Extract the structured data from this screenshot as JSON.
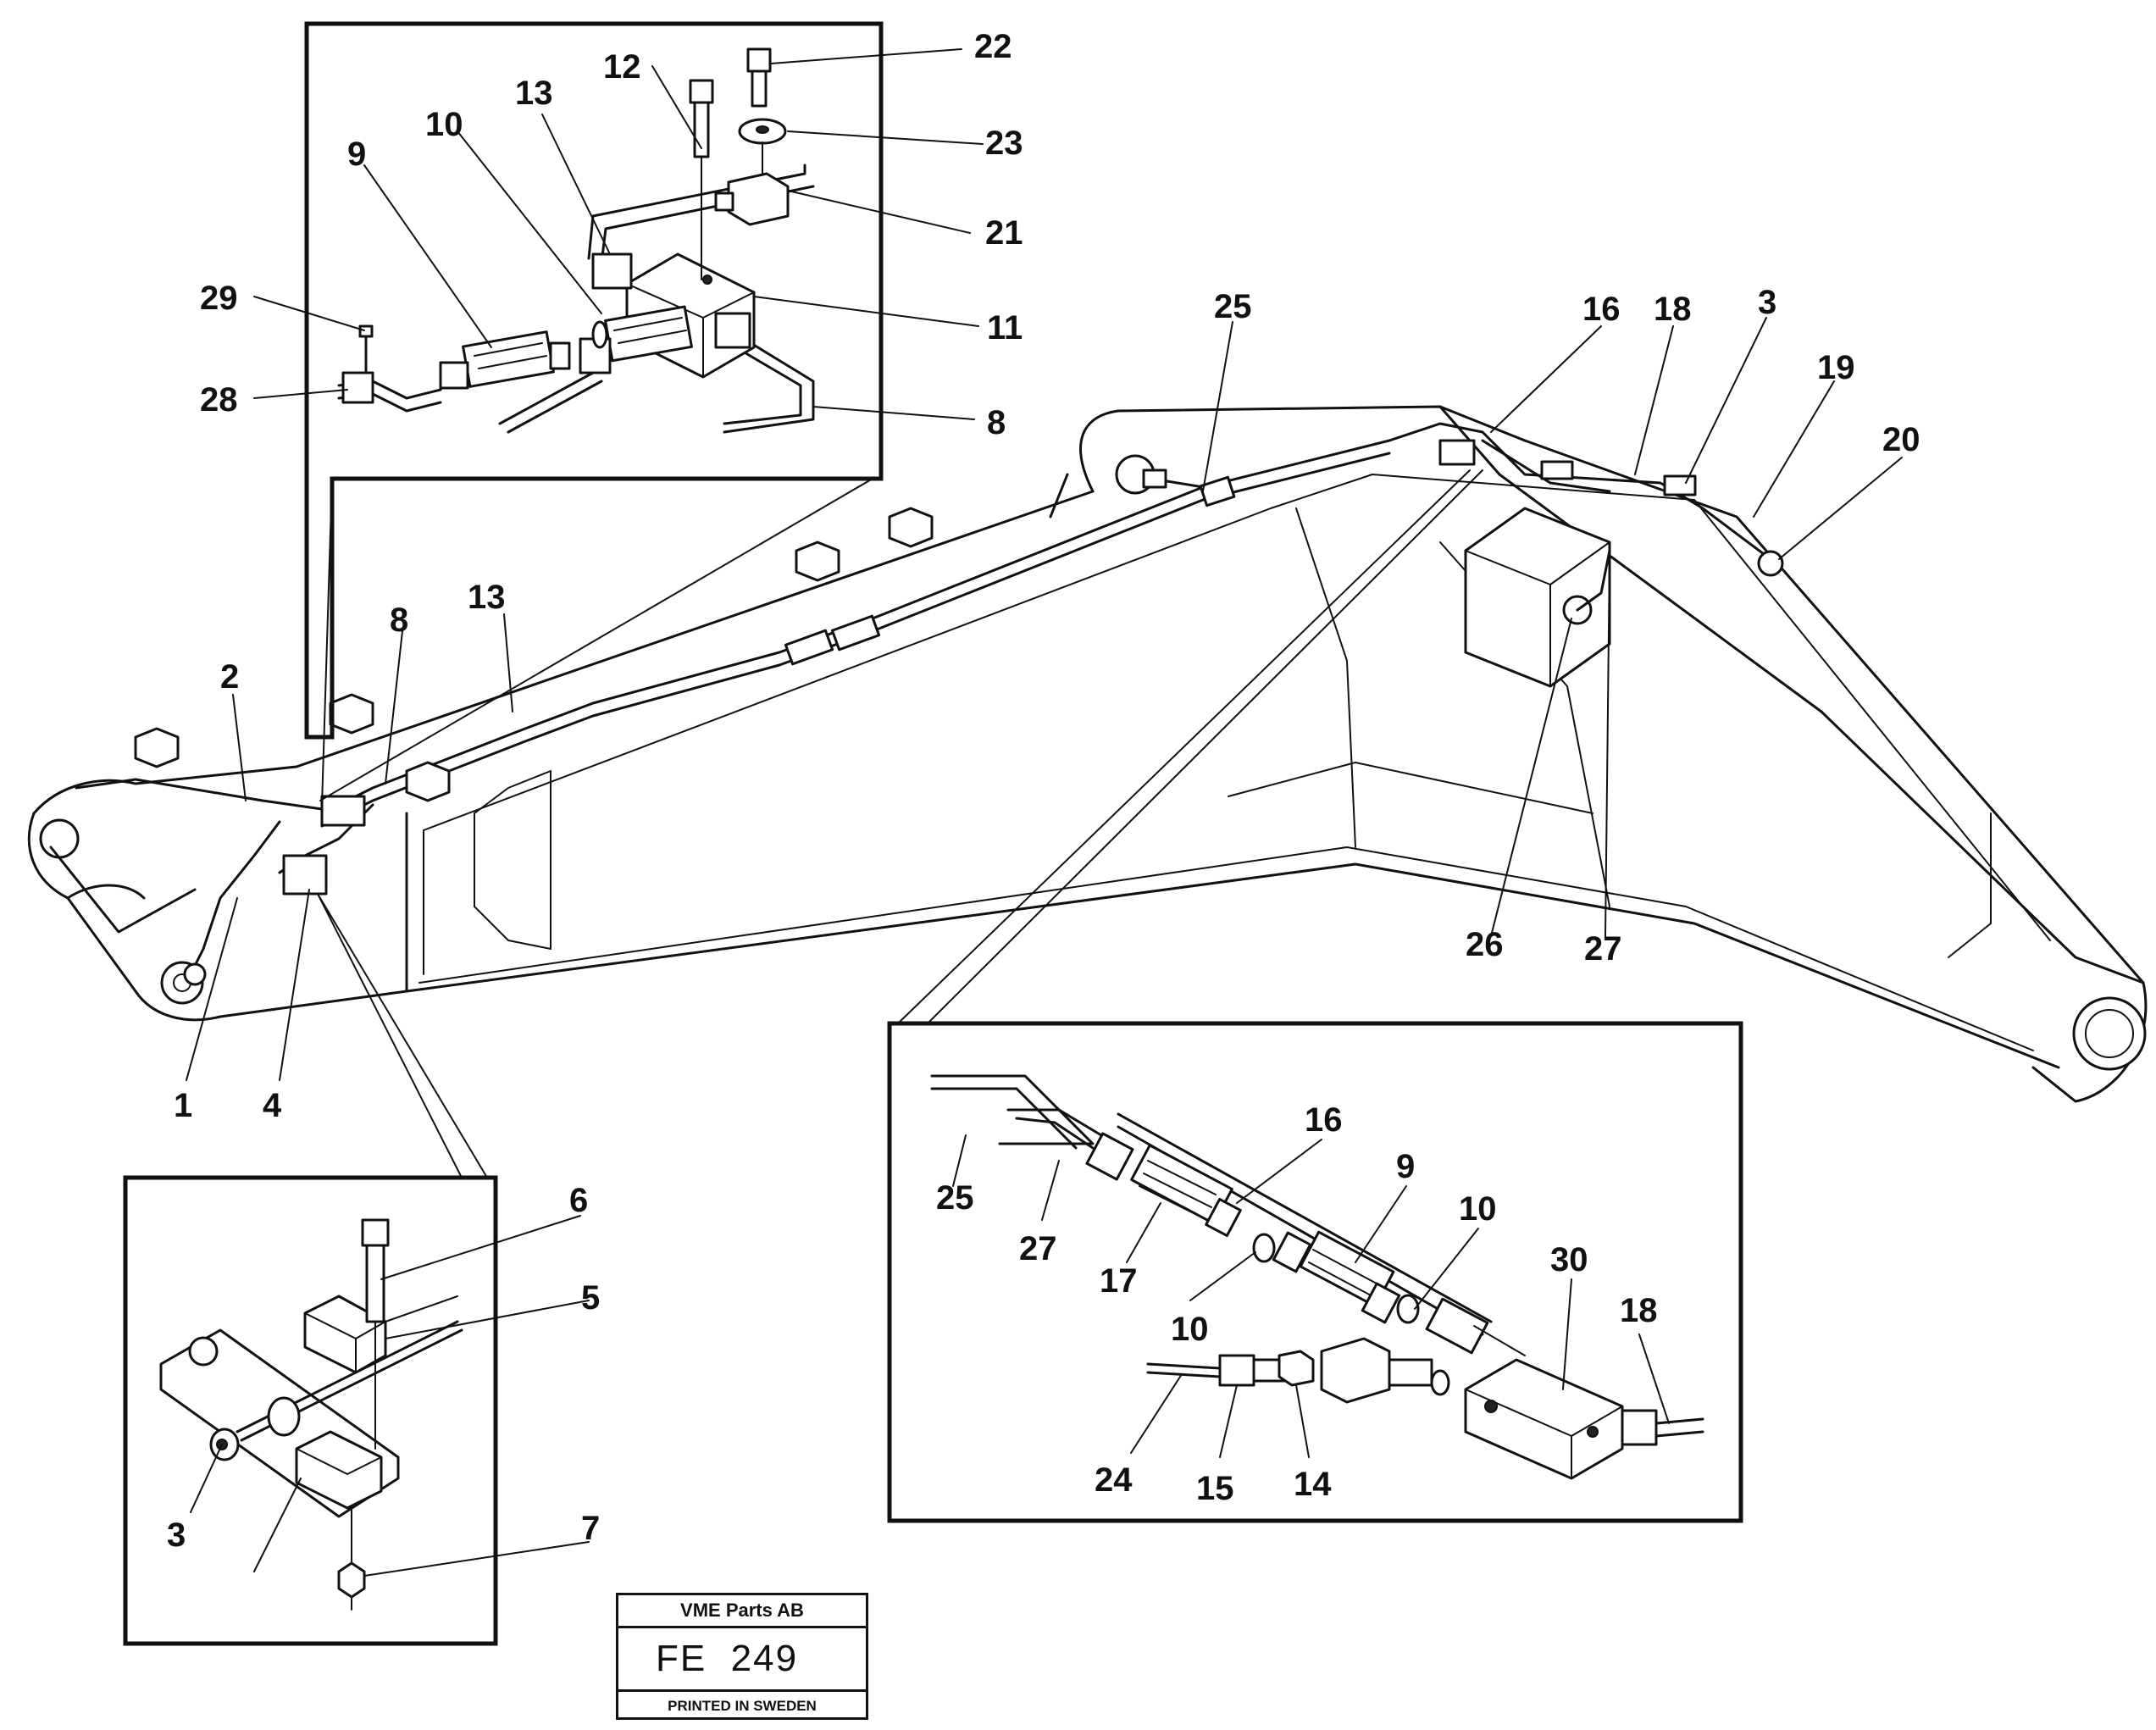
{
  "callouts": {
    "top_inset": [
      "22",
      "12",
      "13",
      "23",
      "10",
      "9",
      "21",
      "29",
      "11",
      "28",
      "8"
    ],
    "main": [
      "25",
      "16",
      "18",
      "3",
      "19",
      "20",
      "13",
      "8",
      "2",
      "26",
      "27",
      "1",
      "4"
    ],
    "bottom_left_inset": [
      "6",
      "5",
      "3",
      "7"
    ],
    "bottom_right_inset": [
      "16",
      "9",
      "10",
      "30",
      "25",
      "27",
      "17",
      "10",
      "18",
      "24",
      "15",
      "14"
    ]
  },
  "title_block": {
    "company": "VME Parts AB",
    "code": "FE  249",
    "printed": "PRINTED IN SWEDEN"
  }
}
